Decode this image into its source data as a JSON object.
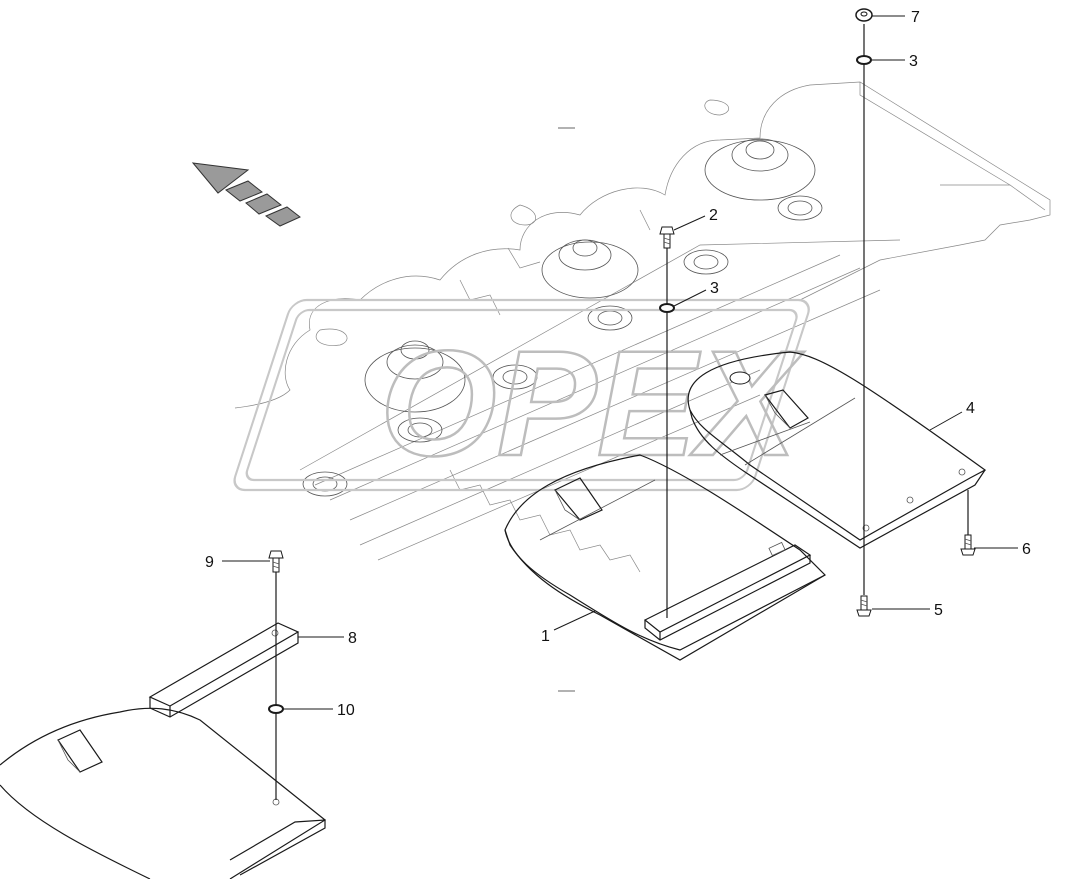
{
  "diagram": {
    "watermark_text": "OPEX",
    "callouts": [
      {
        "id": "c1",
        "label": "1"
      },
      {
        "id": "c2",
        "label": "2"
      },
      {
        "id": "c3a",
        "label": "3"
      },
      {
        "id": "c3b",
        "label": "3"
      },
      {
        "id": "c4",
        "label": "4"
      },
      {
        "id": "c5",
        "label": "5"
      },
      {
        "id": "c6",
        "label": "6"
      },
      {
        "id": "c7",
        "label": "7"
      },
      {
        "id": "c8",
        "label": "8"
      },
      {
        "id": "c9",
        "label": "9"
      },
      {
        "id": "c10",
        "label": "10"
      }
    ],
    "colors": {
      "line": "#1a1a1a",
      "faint": "#888888",
      "watermark": "#c8c8c8",
      "arrow_fill": "#9a9a9a"
    }
  }
}
